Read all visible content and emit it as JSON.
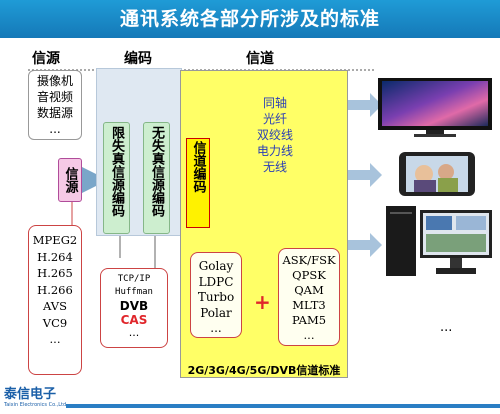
{
  "title": "通讯系统各部分所涉及的标准",
  "headers": {
    "source": "信源",
    "encoding": "编码",
    "channel": "信道"
  },
  "source_box": {
    "lines": [
      "摄像机",
      "音视频",
      "数据源",
      "..."
    ]
  },
  "source_label": "信源",
  "lossy_label": "限失真信源编码",
  "lossless_label": "无失真信源编码",
  "channel_coding_label": "信道编码",
  "media_list": [
    "同轴",
    "光纤",
    "双绞线",
    "电力线",
    "无线"
  ],
  "source_standards": [
    "MPEG2",
    "H.264",
    "H.265",
    "H.266",
    "AVS",
    "VC9",
    "..."
  ],
  "lossless_standards": [
    "TCP/IP",
    "Huffman",
    "DVB",
    "CAS",
    "..."
  ],
  "channel_codes": [
    "Golay",
    "LDPC",
    "Turbo",
    "Polar",
    "..."
  ],
  "modulations": [
    "ASK/FSK",
    "QPSK",
    "QAM",
    "MLT3",
    "PAM5",
    "..."
  ],
  "plus": "+",
  "channel_standard": "2G/3G/4G/5G/DVB信道标准",
  "devices_ellipsis": "...",
  "logo": {
    "name": "泰信电子",
    "sub": "Taixin Electronics Co.,Ltd"
  },
  "colors": {
    "title_bg": "#1a8ccc",
    "channel_bg": "#ffff66",
    "encoding_bg": "#dfe8f2",
    "arrow": "#7aa6c9",
    "cas": "#e0262b"
  }
}
